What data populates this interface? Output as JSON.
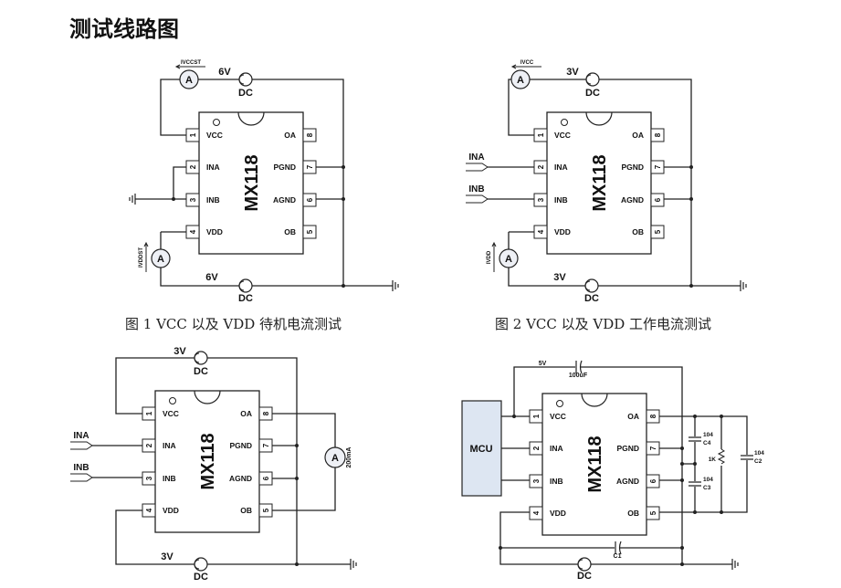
{
  "title": "测试线路图",
  "chip": {
    "name": "MX118",
    "pins": [
      {
        "n": "1",
        "label": "VCC"
      },
      {
        "n": "2",
        "label": "INA"
      },
      {
        "n": "3",
        "label": "INB"
      },
      {
        "n": "4",
        "label": "VDD"
      },
      {
        "n": "5",
        "label": "OB"
      },
      {
        "n": "6",
        "label": "AGND"
      },
      {
        "n": "7",
        "label": "PGND"
      },
      {
        "n": "8",
        "label": "OA"
      }
    ]
  },
  "fig1": {
    "caption": "图 1 VCC 以及 VDD 待机电流测试",
    "v_top": "6V",
    "v_bottom": "6V",
    "dc": "DC",
    "meter": "A",
    "i_top": "IVCCST",
    "i_bottom": "IVDDST"
  },
  "fig2": {
    "caption": "图 2 VCC 以及 VDD 工作电流测试",
    "v_top": "3V",
    "v_bottom": "3V",
    "dc": "DC",
    "meter": "A",
    "i_top": "IVCC",
    "i_bottom": "IVDD",
    "ina": "INA",
    "inb": "INB"
  },
  "fig3": {
    "v_top": "3V",
    "v_bottom": "3V",
    "dc": "DC",
    "meter": "A",
    "i_load": "200mA",
    "ina": "INA",
    "inb": "INB"
  },
  "fig4": {
    "mcu": "MCU",
    "v": "5V",
    "c_top": "100uF",
    "c1": "C1",
    "c4": "104",
    "c4n": "C4",
    "c3": "104",
    "c3n": "C3",
    "r": "1K",
    "c2": "104",
    "c2n": "C2",
    "dc": "DC",
    "mcu_color": "#dde6f2"
  }
}
